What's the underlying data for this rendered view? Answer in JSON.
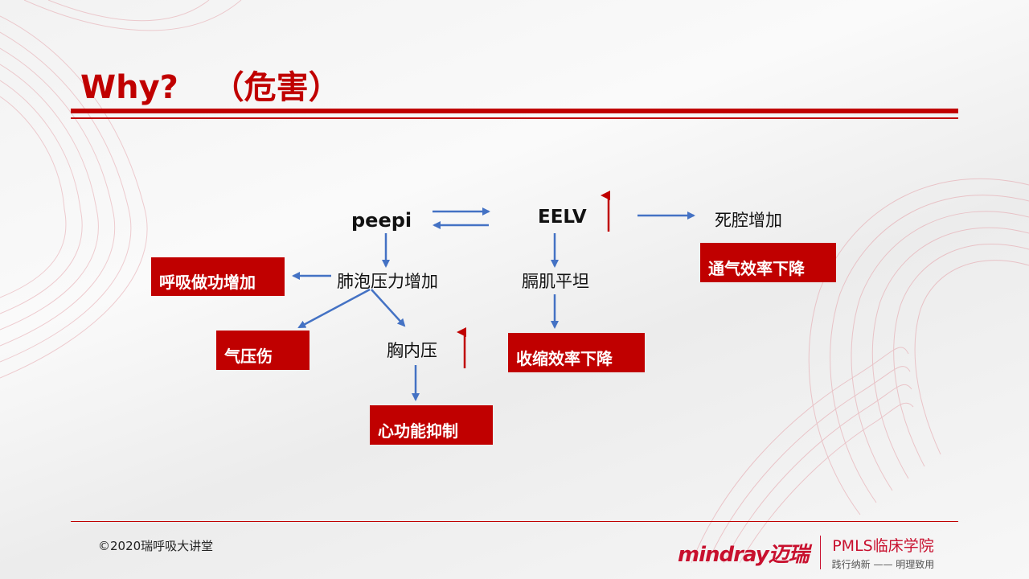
{
  "slide": {
    "title": "Why?   （危害）",
    "footer": "©2020瑞呼吸大讲堂",
    "logo": {
      "brand": "mindray迈瑞",
      "academy": "PMLS临床学院",
      "motto": "践行纳新 —— 明理致用"
    }
  },
  "diagram": {
    "nodes": {
      "peepi": "peepi",
      "eelv": "EELV",
      "dead_space": "死腔增加",
      "alveolar_pressure": "肺泡压力增加",
      "diaphragm": "膈肌平坦",
      "intrathoracic": "胸内压"
    },
    "outcomes": {
      "work_of_breathing": "呼吸做功增加",
      "ventilation_efficiency": "通气效率下降",
      "barotrauma": "气压伤",
      "contraction_efficiency": "收缩效率下降",
      "cardiac_depression": "心功能抑制"
    }
  },
  "colors": {
    "accent": "#c00000",
    "arrow": "#4472c4",
    "up_arrow": "#c00000"
  }
}
